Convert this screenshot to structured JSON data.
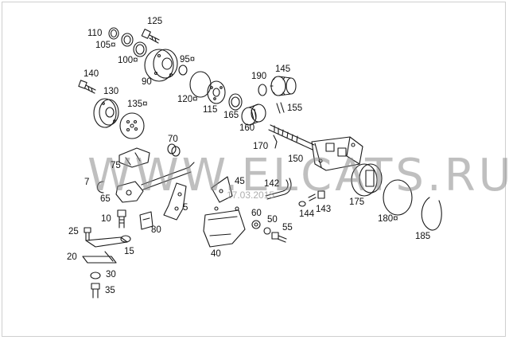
{
  "watermark": {
    "text": "WWW.ELCATS.RU",
    "subtext": "17.03.2015"
  },
  "part_labels": [
    {
      "id": "110",
      "text": "110"
    },
    {
      "id": "125",
      "text": "125"
    },
    {
      "id": "105",
      "text": "105¤"
    },
    {
      "id": "100",
      "text": "100¤"
    },
    {
      "id": "95",
      "text": "95¤"
    },
    {
      "id": "90",
      "text": "90"
    },
    {
      "id": "140",
      "text": "140"
    },
    {
      "id": "130",
      "text": "130"
    },
    {
      "id": "135",
      "text": "135¤"
    },
    {
      "id": "120",
      "text": "120¤"
    },
    {
      "id": "115",
      "text": "115"
    },
    {
      "id": "165",
      "text": "165"
    },
    {
      "id": "190",
      "text": "190"
    },
    {
      "id": "145",
      "text": "145"
    },
    {
      "id": "155",
      "text": "155"
    },
    {
      "id": "160",
      "text": "160"
    },
    {
      "id": "170",
      "text": "170"
    },
    {
      "id": "150",
      "text": "150"
    },
    {
      "id": "70",
      "text": "70"
    },
    {
      "id": "75",
      "text": "75"
    },
    {
      "id": "7",
      "text": "7"
    },
    {
      "id": "65",
      "text": "65"
    },
    {
      "id": "10",
      "text": "10"
    },
    {
      "id": "25",
      "text": "25"
    },
    {
      "id": "80",
      "text": "80"
    },
    {
      "id": "5",
      "text": "5"
    },
    {
      "id": "15",
      "text": "15"
    },
    {
      "id": "20",
      "text": "20"
    },
    {
      "id": "30",
      "text": "30"
    },
    {
      "id": "35",
      "text": "35"
    },
    {
      "id": "45",
      "text": "45"
    },
    {
      "id": "142",
      "text": "142"
    },
    {
      "id": "144",
      "text": "144"
    },
    {
      "id": "143",
      "text": "143"
    },
    {
      "id": "175",
      "text": "175"
    },
    {
      "id": "180",
      "text": "180¤"
    },
    {
      "id": "185",
      "text": "185"
    },
    {
      "id": "60",
      "text": "60"
    },
    {
      "id": "50",
      "text": "50"
    },
    {
      "id": "55",
      "text": "55"
    },
    {
      "id": "40",
      "text": "40"
    }
  ],
  "colors": {
    "line": "#1a1a1a",
    "watermark": "#8c8c8c",
    "background": "#ffffff"
  }
}
